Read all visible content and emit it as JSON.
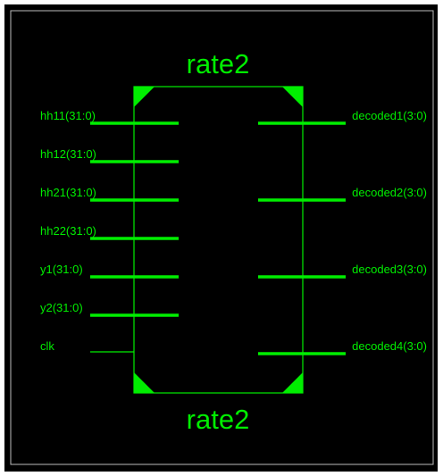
{
  "colors": {
    "background": "#000000",
    "accent": "#00ee00",
    "frame": "#bbbbbb",
    "page": "#ffffff"
  },
  "block": {
    "title_top": "rate2",
    "title_bottom": "rate2"
  },
  "inputs": [
    {
      "label": "hh11(31:0)",
      "bus": true
    },
    {
      "label": "hh12(31:0)",
      "bus": true
    },
    {
      "label": "hh21(31:0)",
      "bus": true
    },
    {
      "label": "hh22(31:0)",
      "bus": true
    },
    {
      "label": "y1(31:0)",
      "bus": true
    },
    {
      "label": "y2(31:0)",
      "bus": true
    },
    {
      "label": "clk",
      "bus": false
    }
  ],
  "outputs": [
    {
      "label": "decoded1(3:0)",
      "bus": true
    },
    {
      "label": "decoded2(3:0)",
      "bus": true
    },
    {
      "label": "decoded3(3:0)",
      "bus": true
    },
    {
      "label": "decoded4(3:0)",
      "bus": true
    }
  ]
}
